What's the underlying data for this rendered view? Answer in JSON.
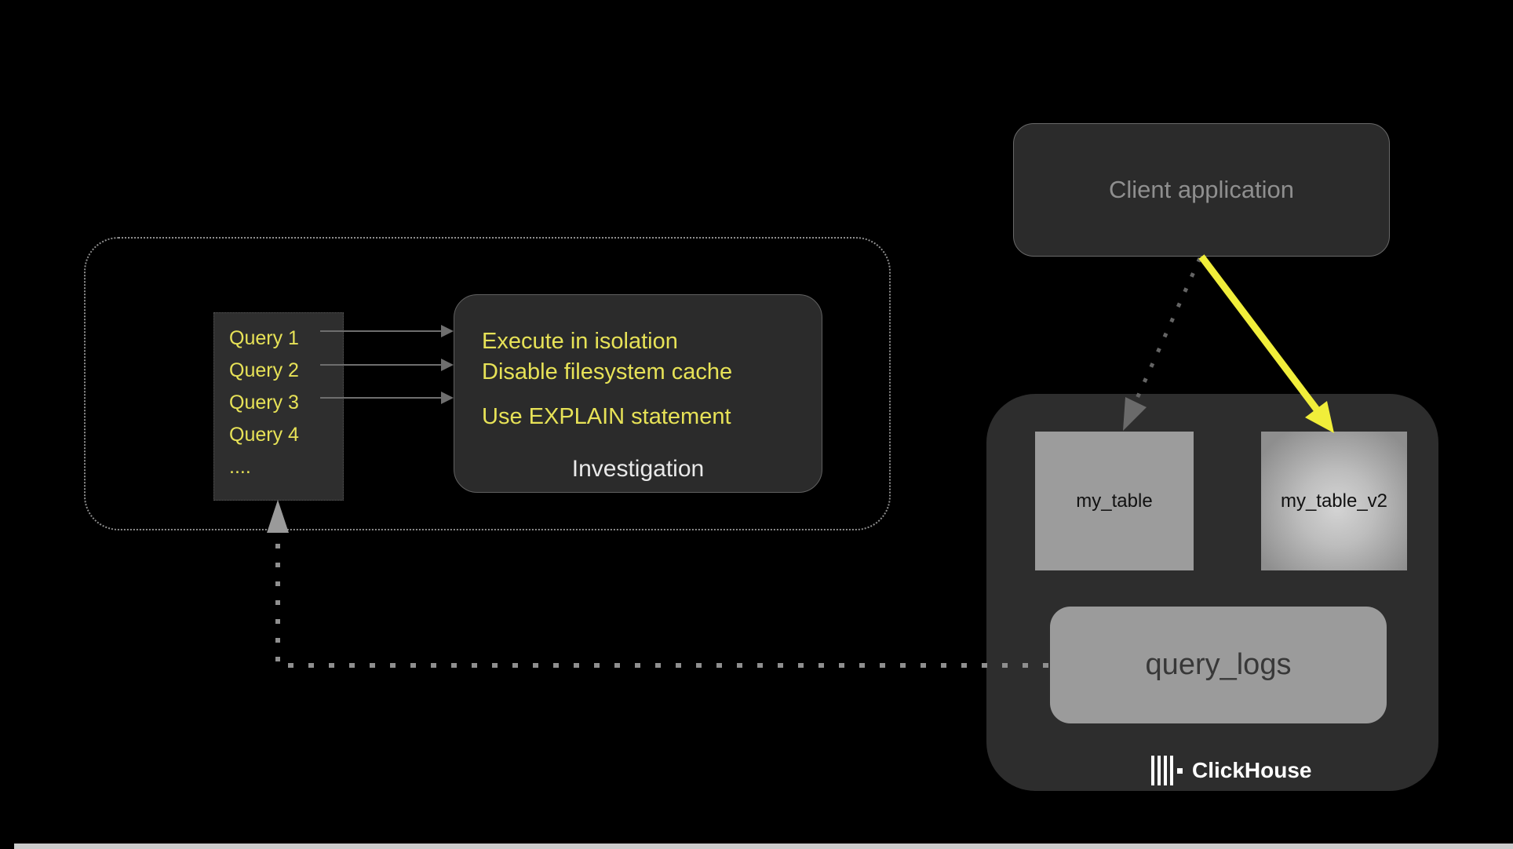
{
  "colors": {
    "background": "#000000",
    "panel": "#2b2b2b",
    "container": "#2d2d2d",
    "yellow_text": "#e7e257",
    "yellow_arrow": "#f1ee3a",
    "gray_arrow": "#6e6e6e",
    "gray_text": "#8f8f8f",
    "table_fill": "#9c9c9c",
    "brand_white": "#ffffff"
  },
  "client_application": {
    "label": "Client application"
  },
  "investigation_group": {
    "query_list": {
      "items": [
        "Query 1",
        "Query 2",
        "Query 3",
        "Query 4",
        "...."
      ]
    },
    "investigation_box": {
      "tips": [
        "Execute in isolation",
        "Disable filesystem cache",
        "Use EXPLAIN statement"
      ],
      "caption": "Investigation"
    }
  },
  "clickhouse": {
    "brand": "ClickHouse",
    "tables": [
      {
        "label": "my_table"
      },
      {
        "label": "my_table_v2"
      }
    ],
    "query_logs": {
      "label": "query_logs"
    }
  }
}
